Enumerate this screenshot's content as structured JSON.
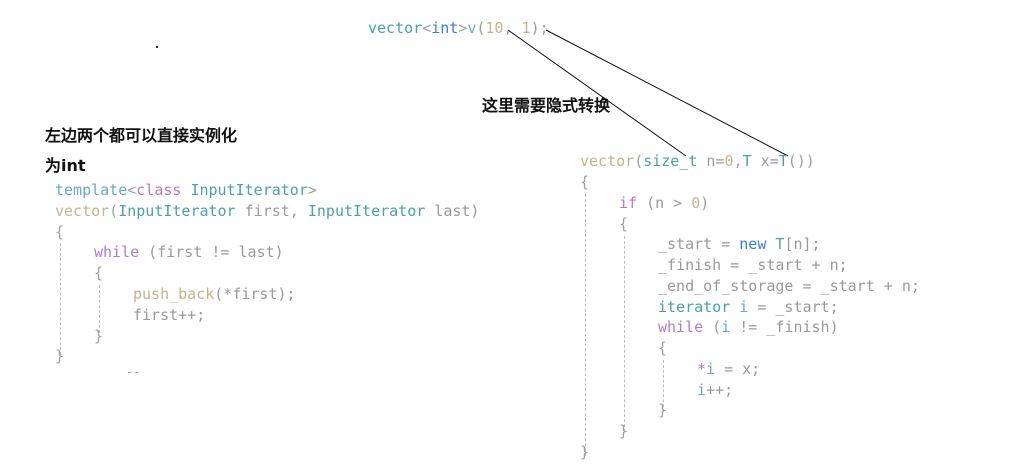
{
  "top_code": {
    "t1": "vector",
    "t2": "<",
    "t3": "int",
    "t4": ">",
    "t5": "v",
    "t6": "(",
    "t7": "10",
    "t8": ", ",
    "t9": "1",
    "t10": ");"
  },
  "annotation_convert": "这里需要隐式转换",
  "annotation_left_line1": "左边两个都可以直接实例化",
  "annotation_left_line2": "为int",
  "left_code": {
    "l1_a": "template",
    "l1_b": "<",
    "l1_c": "class",
    "l1_d": " InputIterator",
    "l1_e": ">",
    "l2_a": "vector",
    "l2_b": "(",
    "l2_c": "InputIterator",
    "l2_d": " first, ",
    "l2_e": "InputIterator",
    "l2_f": " last)",
    "l3": "{",
    "l4_a": "while",
    "l4_b": " (first != last)",
    "l5": "{",
    "l6_a": "push_back",
    "l6_b": "(*first);",
    "l7": "first++;",
    "l8": "}",
    "l9": "}",
    "l10": "--"
  },
  "right_code": {
    "r1_a": "vector",
    "r1_b": "(",
    "r1_c": "size_t",
    "r1_d": " n=",
    "r1_e": "0",
    "r1_f": ",",
    "r1_g": "T",
    "r1_h": " x=",
    "r1_i": "T",
    "r1_j": "())",
    "r2": "{",
    "r3_a": "if",
    "r3_b": " (n > ",
    "r3_c": "0",
    "r3_d": ")",
    "r4": "{",
    "r5_a": "_start = ",
    "r5_b": "new",
    "r5_c": " T",
    "r5_d": "[n];",
    "r6": "_finish = _start + n;",
    "r7": "_end_of_storage = _start + n;",
    "r8_a": "iterator",
    "r8_b": " i",
    "r8_c": " = _start;",
    "r9_a": "while",
    "r9_b": " (",
    "r9_c": "i",
    "r9_d": " != _finish)",
    "r10": "{",
    "r11_a": "*",
    "r11_b": "i",
    "r11_c": " = x;",
    "r12_a": "i",
    "r12_b": "++;",
    "r13": "}",
    "r14": "}",
    "r15": "}"
  },
  "colors": {
    "type": "#6aa8c8",
    "keyword": "#b779c9",
    "number": "#c4b48a",
    "identifier": "#9a9a9a",
    "new_keyword": "#3a7fd0",
    "annotation_line": "#111111"
  }
}
